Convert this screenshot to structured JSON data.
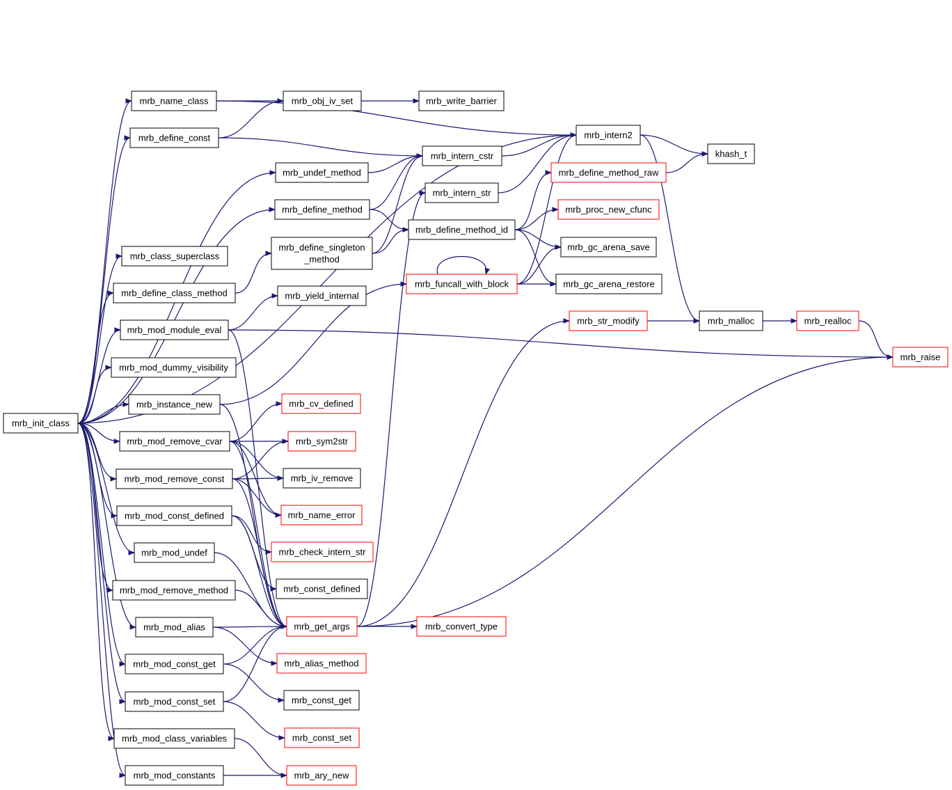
{
  "graph": {
    "edge_color": "#191970",
    "root_fill": "#bfbfbf",
    "nodes": [
      {
        "id": "root",
        "label": "mrb_init_class",
        "type": "root"
      },
      {
        "id": "name_class",
        "label": "mrb_name_class",
        "type": "normal"
      },
      {
        "id": "define_const",
        "label": "mrb_define_const",
        "type": "normal"
      },
      {
        "id": "undef_method",
        "label": "mrb_undef_method",
        "type": "normal"
      },
      {
        "id": "define_method",
        "label": "mrb_define_method",
        "type": "normal"
      },
      {
        "id": "class_superclass",
        "label": "mrb_class_superclass",
        "type": "normal"
      },
      {
        "id": "define_class_method",
        "label": "mrb_define_class_method",
        "type": "normal"
      },
      {
        "id": "mod_module_eval",
        "label": "mrb_mod_module_eval",
        "type": "normal"
      },
      {
        "id": "mod_dummy_visibility",
        "label": "mrb_mod_dummy_visibility",
        "type": "normal"
      },
      {
        "id": "instance_new",
        "label": "mrb_instance_new",
        "type": "normal"
      },
      {
        "id": "mod_remove_cvar",
        "label": "mrb_mod_remove_cvar",
        "type": "normal"
      },
      {
        "id": "mod_remove_const",
        "label": "mrb_mod_remove_const",
        "type": "normal"
      },
      {
        "id": "mod_const_defined",
        "label": "mrb_mod_const_defined",
        "type": "normal"
      },
      {
        "id": "mod_undef",
        "label": "mrb_mod_undef",
        "type": "normal"
      },
      {
        "id": "mod_remove_method",
        "label": "mrb_mod_remove_method",
        "type": "normal"
      },
      {
        "id": "mod_alias",
        "label": "mrb_mod_alias",
        "type": "normal"
      },
      {
        "id": "mod_const_get",
        "label": "mrb_mod_const_get",
        "type": "normal"
      },
      {
        "id": "mod_const_set",
        "label": "mrb_mod_const_set",
        "type": "normal"
      },
      {
        "id": "mod_class_variables",
        "label": "mrb_mod_class_variables",
        "type": "normal"
      },
      {
        "id": "mod_constants",
        "label": "mrb_mod_constants",
        "type": "normal"
      },
      {
        "id": "obj_iv_set",
        "label": "mrb_obj_iv_set",
        "type": "normal"
      },
      {
        "id": "write_barrier",
        "label": "mrb_write_barrier",
        "type": "normal"
      },
      {
        "id": "intern_cstr",
        "label": "mrb_intern_cstr",
        "type": "normal"
      },
      {
        "id": "intern_str",
        "label": "mrb_intern_str",
        "type": "normal"
      },
      {
        "id": "define_singleton_method",
        "label": "mrb_define_singleton\n_method",
        "type": "normal"
      },
      {
        "id": "yield_internal",
        "label": "mrb_yield_internal",
        "type": "normal"
      },
      {
        "id": "define_method_id",
        "label": "mrb_define_method_id",
        "type": "normal"
      },
      {
        "id": "funcall_with_block",
        "label": "mrb_funcall_with_block",
        "type": "truncated"
      },
      {
        "id": "intern2",
        "label": "mrb_intern2",
        "type": "normal"
      },
      {
        "id": "khash_t",
        "label": "khash_t",
        "type": "normal"
      },
      {
        "id": "define_method_raw",
        "label": "mrb_define_method_raw",
        "type": "truncated"
      },
      {
        "id": "proc_new_cfunc",
        "label": "mrb_proc_new_cfunc",
        "type": "truncated"
      },
      {
        "id": "gc_arena_save",
        "label": "mrb_gc_arena_save",
        "type": "normal"
      },
      {
        "id": "gc_arena_restore",
        "label": "mrb_gc_arena_restore",
        "type": "normal"
      },
      {
        "id": "str_modify",
        "label": "mrb_str_modify",
        "type": "truncated"
      },
      {
        "id": "malloc",
        "label": "mrb_malloc",
        "type": "normal"
      },
      {
        "id": "realloc",
        "label": "mrb_realloc",
        "type": "truncated"
      },
      {
        "id": "raise",
        "label": "mrb_raise",
        "type": "truncated"
      },
      {
        "id": "cv_defined",
        "label": "mrb_cv_defined",
        "type": "truncated"
      },
      {
        "id": "sym2str",
        "label": "mrb_sym2str",
        "type": "truncated"
      },
      {
        "id": "iv_remove",
        "label": "mrb_iv_remove",
        "type": "normal"
      },
      {
        "id": "name_error",
        "label": "mrb_name_error",
        "type": "truncated"
      },
      {
        "id": "check_intern_str",
        "label": "mrb_check_intern_str",
        "type": "truncated"
      },
      {
        "id": "const_defined",
        "label": "mrb_const_defined",
        "type": "normal"
      },
      {
        "id": "get_args",
        "label": "mrb_get_args",
        "type": "truncated"
      },
      {
        "id": "convert_type",
        "label": "mrb_convert_type",
        "type": "truncated"
      },
      {
        "id": "alias_method",
        "label": "mrb_alias_method",
        "type": "truncated"
      },
      {
        "id": "const_get",
        "label": "mrb_const_get",
        "type": "normal"
      },
      {
        "id": "const_set",
        "label": "mrb_const_set",
        "type": "truncated"
      },
      {
        "id": "ary_new",
        "label": "mrb_ary_new",
        "type": "truncated"
      }
    ],
    "node_border_colors": {
      "normal": "#000000",
      "truncated": "#ff0000",
      "root": "#000000"
    },
    "edges": [
      [
        "root",
        "name_class"
      ],
      [
        "root",
        "define_const"
      ],
      [
        "root",
        "undef_method"
      ],
      [
        "root",
        "define_method"
      ],
      [
        "root",
        "class_superclass"
      ],
      [
        "root",
        "define_class_method"
      ],
      [
        "root",
        "mod_module_eval"
      ],
      [
        "root",
        "mod_dummy_visibility"
      ],
      [
        "root",
        "instance_new"
      ],
      [
        "root",
        "mod_remove_cvar"
      ],
      [
        "root",
        "mod_remove_const"
      ],
      [
        "root",
        "mod_const_defined"
      ],
      [
        "root",
        "mod_undef"
      ],
      [
        "root",
        "mod_remove_method"
      ],
      [
        "root",
        "mod_alias"
      ],
      [
        "root",
        "mod_const_get"
      ],
      [
        "root",
        "mod_const_set"
      ],
      [
        "root",
        "mod_class_variables"
      ],
      [
        "root",
        "mod_constants"
      ],
      [
        "root",
        "intern2"
      ],
      [
        "name_class",
        "obj_iv_set"
      ],
      [
        "name_class",
        "intern2"
      ],
      [
        "define_const",
        "obj_iv_set"
      ],
      [
        "define_const",
        "intern_cstr"
      ],
      [
        "undef_method",
        "intern_cstr"
      ],
      [
        "define_method",
        "intern_cstr"
      ],
      [
        "define_method",
        "define_method_id"
      ],
      [
        "define_class_method",
        "define_singleton_method"
      ],
      [
        "define_singleton_method",
        "intern_cstr"
      ],
      [
        "define_singleton_method",
        "define_method_id"
      ],
      [
        "obj_iv_set",
        "write_barrier"
      ],
      [
        "intern_cstr",
        "intern2"
      ],
      [
        "intern_str",
        "intern2"
      ],
      [
        "intern2",
        "khash_t"
      ],
      [
        "intern2",
        "malloc"
      ],
      [
        "define_method_id",
        "define_method_raw"
      ],
      [
        "define_method_id",
        "proc_new_cfunc"
      ],
      [
        "define_method_id",
        "gc_arena_save"
      ],
      [
        "define_method_id",
        "gc_arena_restore"
      ],
      [
        "define_method_raw",
        "khash_t"
      ],
      [
        "funcall_with_block",
        "funcall_with_block"
      ],
      [
        "funcall_with_block",
        "intern2"
      ],
      [
        "funcall_with_block",
        "gc_arena_save"
      ],
      [
        "funcall_with_block",
        "gc_arena_restore"
      ],
      [
        "mod_module_eval",
        "yield_internal"
      ],
      [
        "mod_module_eval",
        "raise"
      ],
      [
        "mod_module_eval",
        "get_args"
      ],
      [
        "instance_new",
        "funcall_with_block"
      ],
      [
        "instance_new",
        "get_args"
      ],
      [
        "mod_remove_cvar",
        "cv_defined"
      ],
      [
        "mod_remove_cvar",
        "sym2str"
      ],
      [
        "mod_remove_cvar",
        "iv_remove"
      ],
      [
        "mod_remove_cvar",
        "name_error"
      ],
      [
        "mod_remove_cvar",
        "get_args"
      ],
      [
        "mod_remove_const",
        "sym2str"
      ],
      [
        "mod_remove_const",
        "iv_remove"
      ],
      [
        "mod_remove_const",
        "name_error"
      ],
      [
        "mod_remove_const",
        "get_args"
      ],
      [
        "mod_const_defined",
        "check_intern_str"
      ],
      [
        "mod_const_defined",
        "const_defined"
      ],
      [
        "mod_const_defined",
        "get_args"
      ],
      [
        "mod_undef",
        "get_args"
      ],
      [
        "mod_remove_method",
        "get_args"
      ],
      [
        "mod_alias",
        "get_args"
      ],
      [
        "mod_alias",
        "alias_method"
      ],
      [
        "mod_const_get",
        "get_args"
      ],
      [
        "mod_const_get",
        "const_get"
      ],
      [
        "mod_const_set",
        "get_args"
      ],
      [
        "mod_const_set",
        "const_set"
      ],
      [
        "mod_class_variables",
        "ary_new"
      ],
      [
        "mod_constants",
        "ary_new"
      ],
      [
        "get_args",
        "convert_type"
      ],
      [
        "get_args",
        "str_modify"
      ],
      [
        "get_args",
        "intern_str"
      ],
      [
        "get_args",
        "raise"
      ],
      [
        "str_modify",
        "malloc"
      ],
      [
        "malloc",
        "realloc"
      ],
      [
        "realloc",
        "raise"
      ]
    ]
  }
}
